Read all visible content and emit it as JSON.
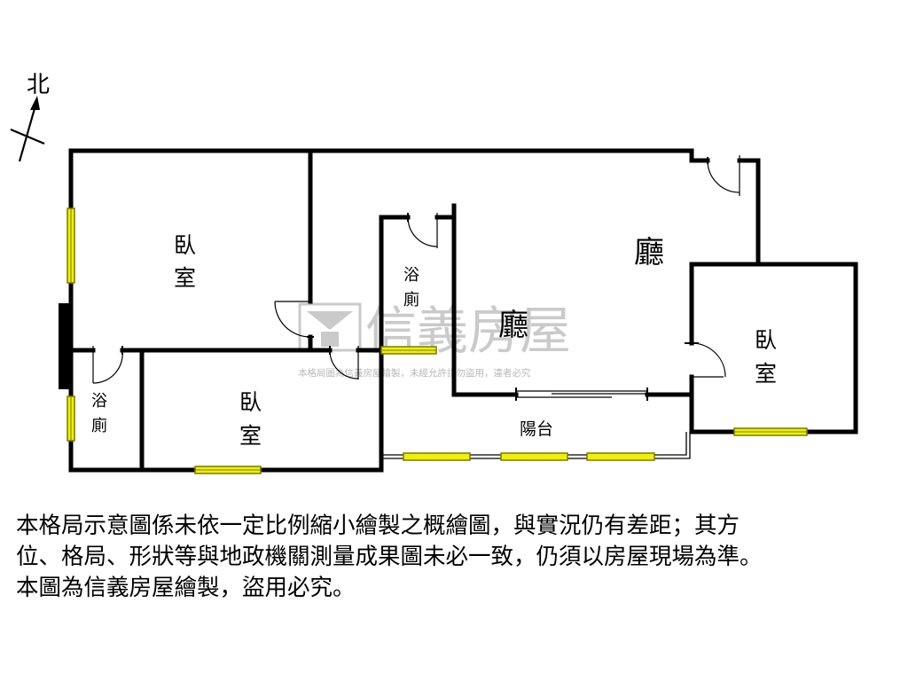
{
  "compass": {
    "label": "北"
  },
  "rooms": {
    "bedroom_nw": {
      "line1": "臥",
      "line2": "室"
    },
    "bath_small": {
      "line1": "浴",
      "line2": "廁"
    },
    "bedroom_sw": {
      "line1": "臥",
      "line2": "室"
    },
    "bath_center": {
      "line1": "浴",
      "line2": "廁"
    },
    "hall_main": "廳",
    "hall_inner": "廳",
    "bedroom_east": {
      "line1": "臥",
      "line2": "室"
    },
    "balcony": "陽台"
  },
  "watermark": {
    "brand": "信義房屋",
    "notice": "本格局圖為信義房屋繪製，未經允許請勿盜用，違者必究"
  },
  "disclaimer": {
    "line1": "本格局示意圖係未依一定比例縮小繪製之概繪圖，與實況仍有差距；其方",
    "line2": "位、格局、形狀等與地政機關測量成果圖未必一致，仍須以房屋現場為準。",
    "line3": "本圖為信義房屋繪製，盜用必究。"
  },
  "colors": {
    "wall": "#000000",
    "window_fill": "#f0f000",
    "window_edge": "#7a7a00",
    "watermark": "#c8c8c8"
  }
}
